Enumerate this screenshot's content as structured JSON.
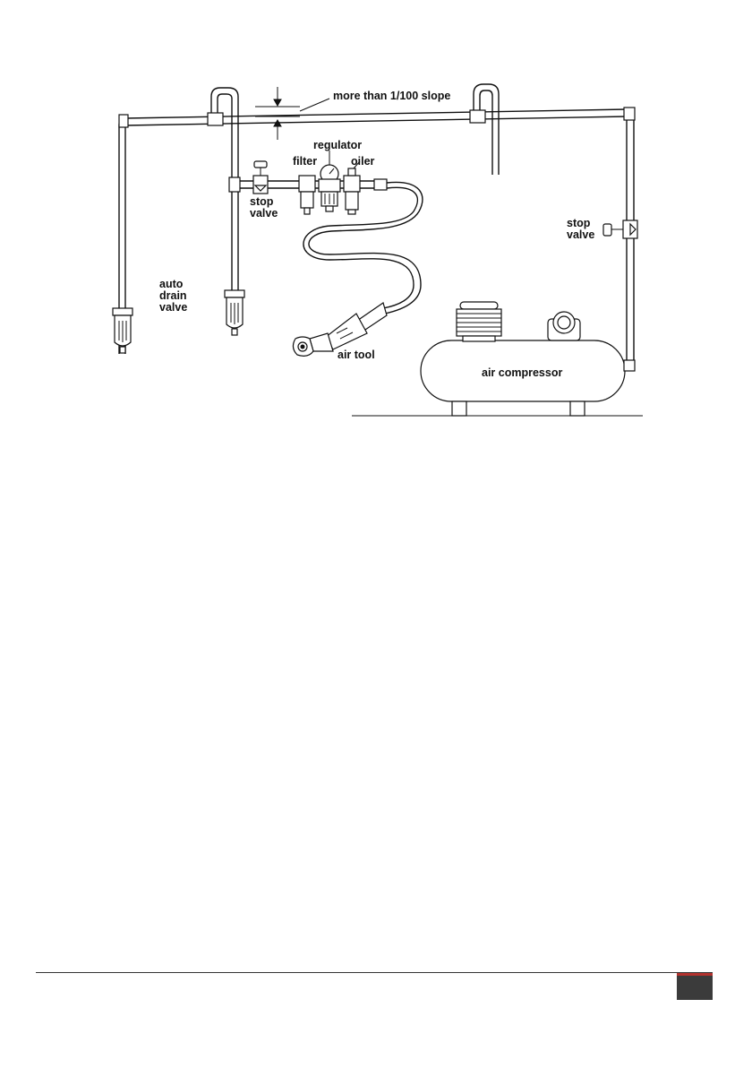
{
  "labels": {
    "slope": "more than 1/100 slope",
    "regulator": "regulator",
    "filter": "filter",
    "oiler": "oiler",
    "stop_valve_left_1": "stop",
    "stop_valve_left_2": "valve",
    "stop_valve_right_1": "stop",
    "stop_valve_right_2": "valve",
    "auto_drain_1": "auto",
    "auto_drain_2": "drain",
    "auto_drain_3": "valve",
    "air_tool": "air tool",
    "air_compressor": "air compressor"
  },
  "footer": {
    "badge_color": "#3b3b3b",
    "accent_color": "#b3322e"
  }
}
